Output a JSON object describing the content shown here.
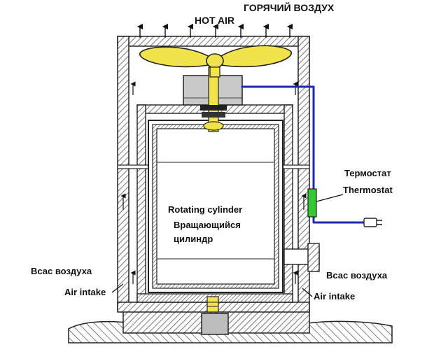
{
  "labels": {
    "hot_air_ru": "ГОРЯЧИЙ ВОЗДУХ",
    "hot_air_en": "HOT AIR",
    "thermostat_ru": "Термостат",
    "thermostat_en": "Thermostat",
    "rotating_en": "Rotating cylinder",
    "rotating_ru_1": "Вращающийся",
    "rotating_ru_2": "цилиндр",
    "intake_ru_left": "Всас воздуха",
    "intake_en_left": "Air intake",
    "intake_ru_right": "Всас воздуха",
    "intake_en_right": "Air intake"
  },
  "colors": {
    "fan": "#f1e34a",
    "wire": "#1f2aa8",
    "thermostat": "#35c835",
    "motor": "#c9c9c9",
    "hatch": "#555555",
    "outline": "#222222"
  },
  "icons": {
    "fan": "fan-icon",
    "motor": "motor-icon",
    "thermostat": "thermostat-icon",
    "plug": "power-plug-icon"
  }
}
